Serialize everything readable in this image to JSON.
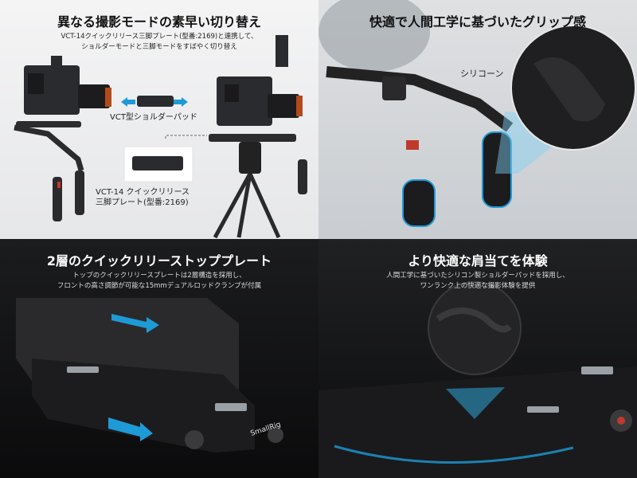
{
  "panels": {
    "top_left": {
      "title": "異なる撮影モードの素早い切り替え",
      "subtitle_line1": "VCT-14クイックリリース三脚プレート(型番:2169)と連携して、",
      "subtitle_line2": "ショルダーモードと三脚モードをすばやく切り替え",
      "label_pad": "VCT型ショルダーパッド",
      "label_plate_line1": "VCT-14 クイックリリース",
      "label_plate_line2": "三脚プレート(型番:2169)"
    },
    "top_right": {
      "title": "快適で人間工学に基づいたグリップ感",
      "callout_label": "シリコーン"
    },
    "bottom_left": {
      "title": "2層のクイックリリーストッププレート",
      "subtitle_line1": "トップのクイックリリースプレートは2層構造を採用し、",
      "subtitle_line2": "フロントの高さ調節が可能な15mmデュアルロッドクランプが付属",
      "brand_mark": "SmallRig"
    },
    "bottom_right": {
      "title": "より快適な肩当てを体験",
      "subtitle_line1": "人間工学に基づいたシリコン製ショルダーパッドを採用し、",
      "subtitle_line2": "ワンランク上の快適な撮影体験を提供"
    }
  },
  "colors": {
    "accent_blue": "#1e9bd7",
    "dark_bg": "#0e0e0f",
    "light_bg": "#eeeff1"
  }
}
